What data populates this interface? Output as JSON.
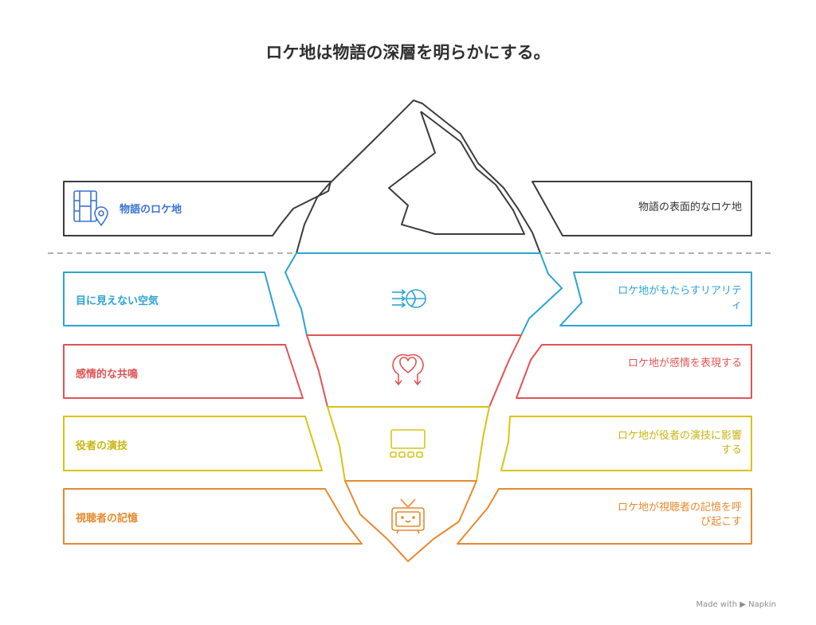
{
  "title": "ロケ地は物語の深層を明らかにする。",
  "colors": {
    "outline": "#3c3c3c",
    "dash": "#999999",
    "layer1": "#2ba3d4",
    "layer2": "#e05454",
    "layer3": "#d8c413",
    "layer4": "#e68a2e",
    "top_label": "#3b73d4"
  },
  "top": {
    "left_label": "物語のロケ地",
    "left_icon": "film-location-icon",
    "right_label": "物語の表面的なロケ地"
  },
  "layers": [
    {
      "left_label": "目に見えない空気",
      "right_label": "ロケ地がもたらすリアリティ",
      "icon": "light-lens-icon"
    },
    {
      "left_label": "感情的な共鳴",
      "right_label": "ロケ地が感情を表現する",
      "icon": "heart-exchange-icon"
    },
    {
      "left_label": "役者の演技",
      "right_label": "ロケ地が役者の演技に影響する",
      "icon": "screen-rating-icon"
    },
    {
      "left_label": "視聴者の記憶",
      "right_label": "ロケ地が視聴者の記憶を呼び起こす",
      "icon": "retro-tv-icon"
    }
  ],
  "footer": "Made with ▶ Napkin"
}
